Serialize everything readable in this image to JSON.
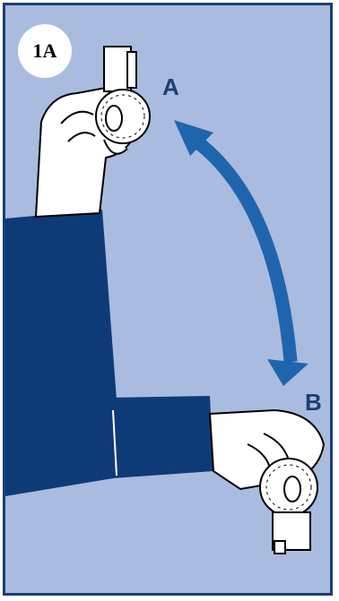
{
  "figure": {
    "badge_text": "1A",
    "position_a_label": "A",
    "position_b_label": "B"
  },
  "colors": {
    "panel_background": "#a9bcdf",
    "border": "#1b3f73",
    "sleeve": "#0f3a78",
    "arrow": "#1f65ad",
    "hand": "#ffffff"
  },
  "icons": {
    "arrow": "double-headed-curved-arrow-icon",
    "device": "dial-device-icon"
  }
}
